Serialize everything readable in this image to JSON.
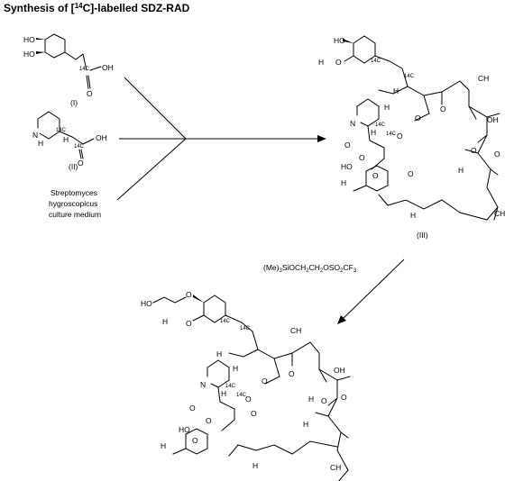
{
  "title": {
    "prefix": "Synthesis of [",
    "isotope_mass": "14",
    "element": "C",
    "suffix": "]-labelled SDZ-RAD"
  },
  "labels": {
    "oh": "HO",
    "oh_r": "OH",
    "o": "O",
    "h": "H",
    "n": "N",
    "c": "C",
    "ch3": "CH",
    "h3c": "H",
    "three": "3",
    "two": "2",
    "label14c": "14C",
    "ome": "O"
  },
  "compounds": {
    "I": "(I)",
    "II": "(II)",
    "III": "(III)"
  },
  "conditions": {
    "line1": "Streptomyces",
    "line2": "hygroscopicus",
    "line3": "culture medium"
  },
  "reagent": {
    "text": "(Me)",
    "sub3": "3",
    "rest1": "SiOCH",
    "sub2a": "2",
    "rest2": "CH",
    "sub2b": "2",
    "rest3": "OSO",
    "sub2c": "2",
    "rest4": "CF",
    "sub3b": "3"
  }
}
